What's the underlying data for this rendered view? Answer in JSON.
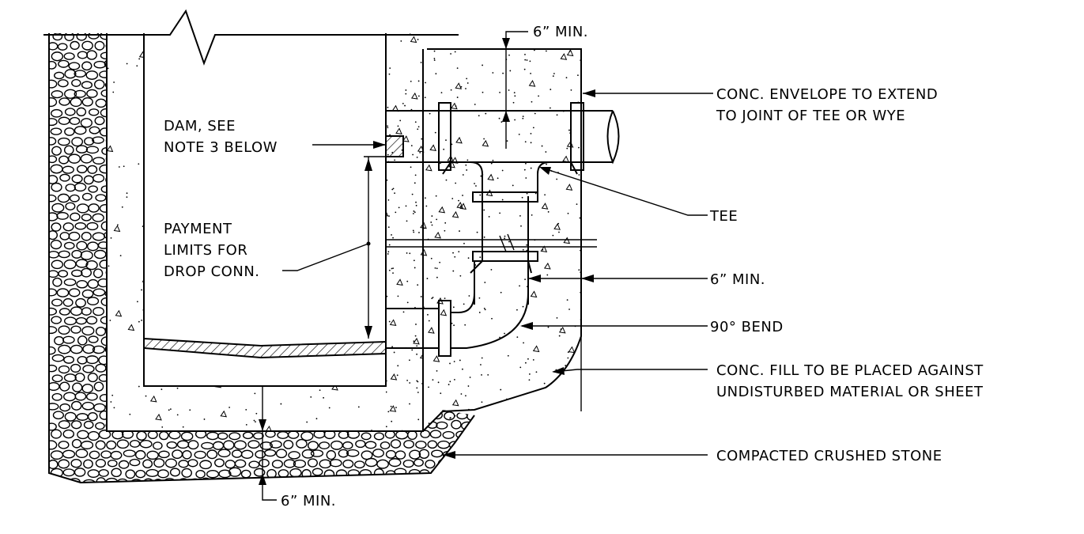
{
  "labels": {
    "min_top": "6” MIN.",
    "envelope_1": "CONC. ENVELOPE TO EXTEND",
    "envelope_2": "TO JOINT OF TEE OR WYE",
    "dam_1": "DAM, SEE",
    "dam_2": "NOTE 3 BELOW",
    "tee": "TEE",
    "payment_1": "PAYMENT",
    "payment_2": "LIMITS FOR",
    "payment_3": "DROP CONN.",
    "min_side": "6” MIN.",
    "bend": "90° BEND",
    "fill_1": "CONC. FILL TO BE PLACED AGAINST",
    "fill_2": "UNDISTURBED MATERIAL OR SHEET",
    "stone": "COMPACTED CRUSHED STONE",
    "min_bottom": "6” MIN."
  },
  "icons": {
    "arrowhead": "filled-arrowhead-icon",
    "pipe_break": "pipe-break-icon"
  }
}
